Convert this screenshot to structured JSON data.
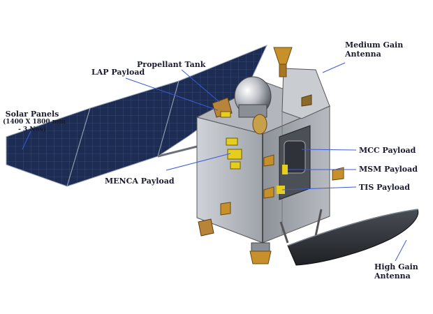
{
  "labels": {
    "solar_panels": {
      "title": "Solar Panels",
      "detail_line1": "(1400 X 1800 mm",
      "detail_line2": "- 3 Nos)"
    },
    "lap_payload": "LAP Payload",
    "propellant_tank": "Propellant Tank",
    "medium_gain_antenna": {
      "line1": "Medium Gain",
      "line2": "Antenna"
    },
    "mcc_payload": "MCC Payload",
    "msm_payload": "MSM Payload",
    "tis_payload": "TIS Payload",
    "menca_payload": "MENCA Payload",
    "high_gain_antenna": {
      "line1": "High Gain",
      "line2": "Antenna"
    }
  },
  "colors": {
    "leader_line": "#3b5bd9",
    "solar_cell": "#1b2a4e",
    "body_panel": "#9a9fa6",
    "payload_yellow": "#e6cf1c",
    "thruster_gold": "#c8902a",
    "antenna_dish": "#2a2d33"
  }
}
